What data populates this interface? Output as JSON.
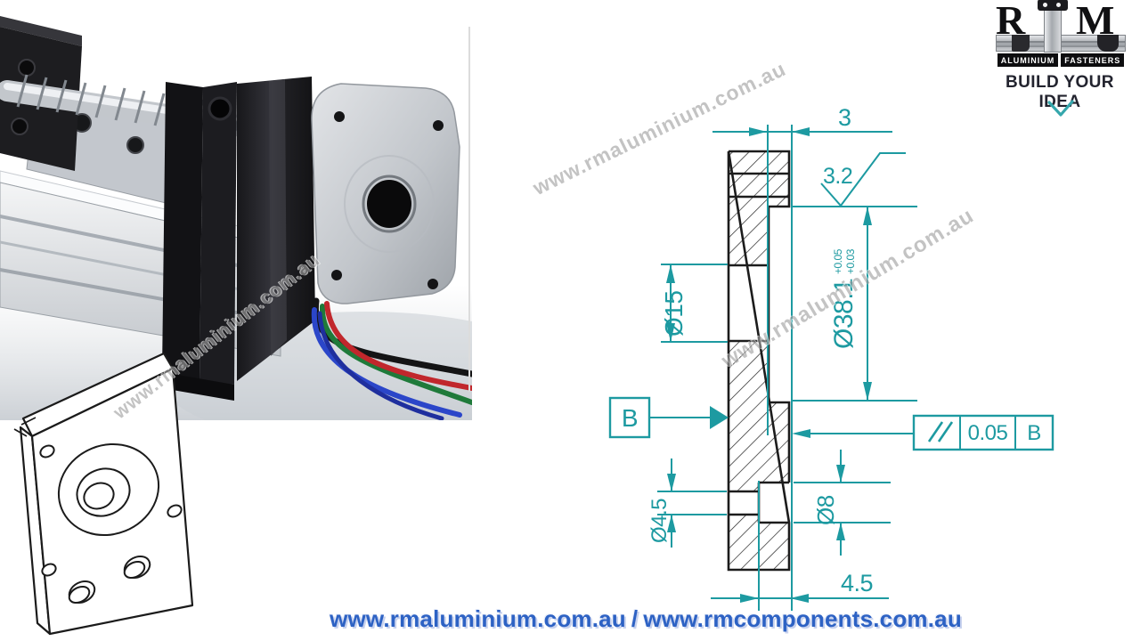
{
  "logo": {
    "letter_r": "R",
    "letter_m": "M",
    "badge_left": "ALUMINIUM",
    "badge_right": "FASTENERS",
    "tagline": "BUILD YOUR IDEA",
    "accent": "#35a7ac"
  },
  "watermarks": [
    {
      "text": "www.rmaluminium.com.au"
    },
    {
      "text": "www.rmaluminium.com.au"
    },
    {
      "text": "www.rmaluminium.com.au"
    }
  ],
  "drawing": {
    "color": "#1d9aa1",
    "dims": {
      "recess_depth": "3",
      "surface_finish": "3.2",
      "bore_diameter": "Ø15",
      "pilot_diameter": "Ø38.1",
      "pilot_tol_upper": "+0.05",
      "pilot_tol_lower": "+0.03",
      "datum": "B",
      "parallelism_value": "0.05",
      "parallelism_datum": "B",
      "hole_diameter": "Ø4.5",
      "counterbore_diameter": "Ø8",
      "counterbore_depth": "4.5"
    }
  },
  "footer": {
    "url_left": "www.rmaluminium.com.au",
    "separator": "/",
    "url_right": "www.rmcomponents.com.au",
    "color": "#2d62c4"
  }
}
